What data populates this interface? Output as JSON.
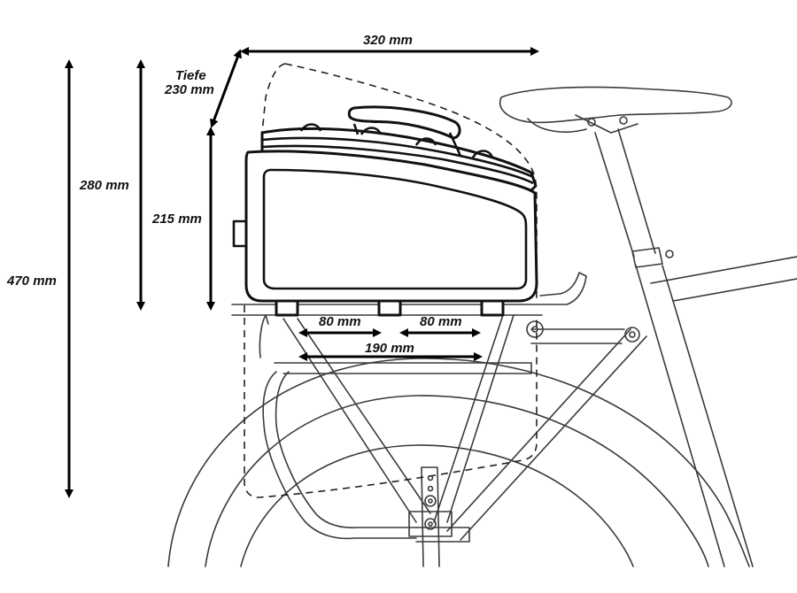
{
  "labels": {
    "width_320": "320 mm",
    "depth_title": "Tiefe",
    "depth_230": "230 mm",
    "height_280": "280 mm",
    "height_215": "215 mm",
    "height_470": "470 mm",
    "foot_left_80": "80 mm",
    "foot_right_80": "80 mm",
    "foot_span_190": "190 mm"
  }
}
